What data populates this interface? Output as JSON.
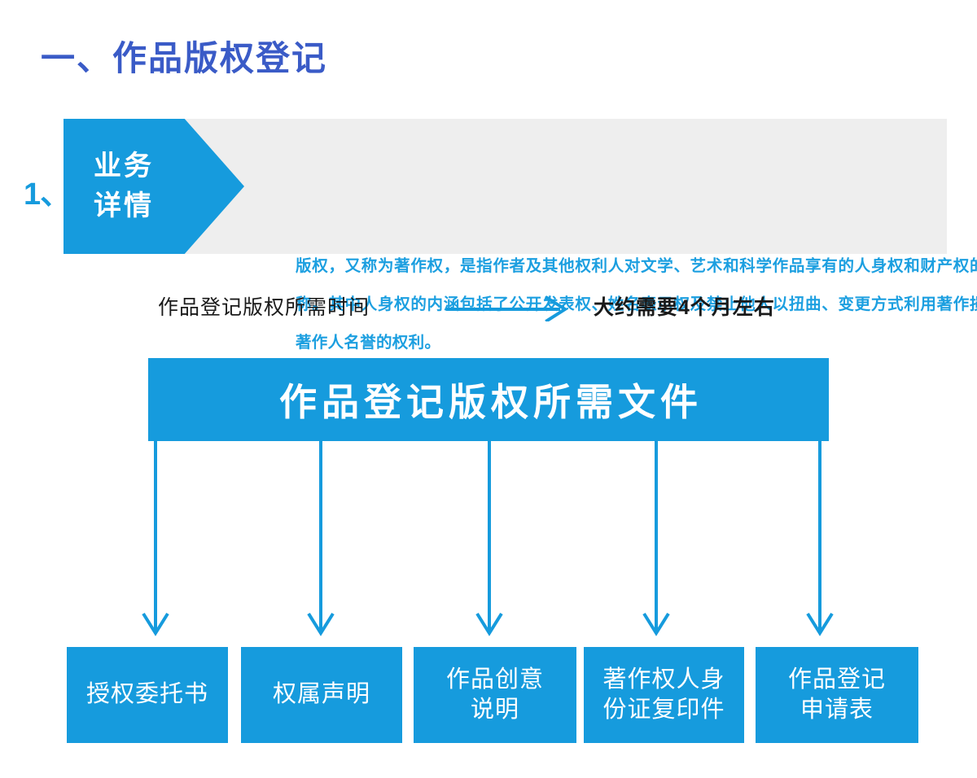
{
  "colors": {
    "accent_blue": "#169bdd",
    "title_blue": "#3a5bc7",
    "panel_gray": "#eeeeee",
    "body_text_blue": "#1c9fe0",
    "dark_text": "#1a1a1a",
    "white": "#ffffff"
  },
  "section": {
    "title": "一、作品版权登记"
  },
  "detail": {
    "index_label": "1、",
    "tag_line1": "业务",
    "tag_line2": "详情",
    "body": "版权，又称为著作权，是指作者及其他权利人对文学、艺术和科学作品享有的人身权和财产权的总称。其中人身权的内涵包括了公开发表权、姓名表示权及禁止他人以扭曲、变更方式利用著作损害著作人名誉的权利。"
  },
  "time": {
    "label": "作品登记版权所需时间",
    "arrow_icon": "right-arrow-icon",
    "value": "大约需要4个月左右"
  },
  "documents": {
    "header": "作品登记版权所需文件",
    "items": [
      {
        "label": "授权委托书",
        "lines": [
          "授权委托书"
        ]
      },
      {
        "label": "权属声明",
        "lines": [
          "权属声明"
        ]
      },
      {
        "label": "作品创意说明",
        "lines": [
          "作品创意",
          "说明"
        ]
      },
      {
        "label": "著作权人身份证复印件",
        "lines": [
          "著作权人身",
          "份证复印件"
        ]
      },
      {
        "label": "作品登记申请表",
        "lines": [
          "作品登记",
          "申请表"
        ]
      }
    ]
  }
}
